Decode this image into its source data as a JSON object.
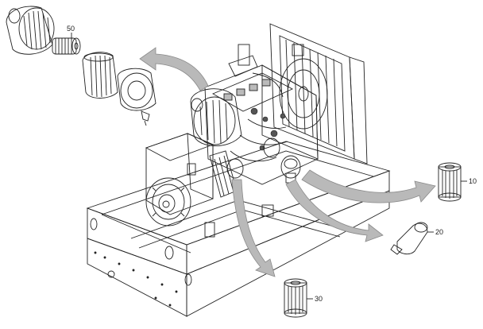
{
  "callouts": [
    {
      "id": "air-filter-element",
      "label": "50"
    },
    {
      "id": "oil-filter",
      "label": "10"
    },
    {
      "id": "fuel-prefilter",
      "label": "20"
    },
    {
      "id": "fuel-filter",
      "label": "30"
    }
  ],
  "colors": {
    "line": "#222222",
    "arrow_fill": "#b9b9b9",
    "arrow_stroke": "#8a8a8a",
    "part_fill": "#e6e6e6",
    "dark_part": "#555555",
    "background": "#ffffff"
  }
}
